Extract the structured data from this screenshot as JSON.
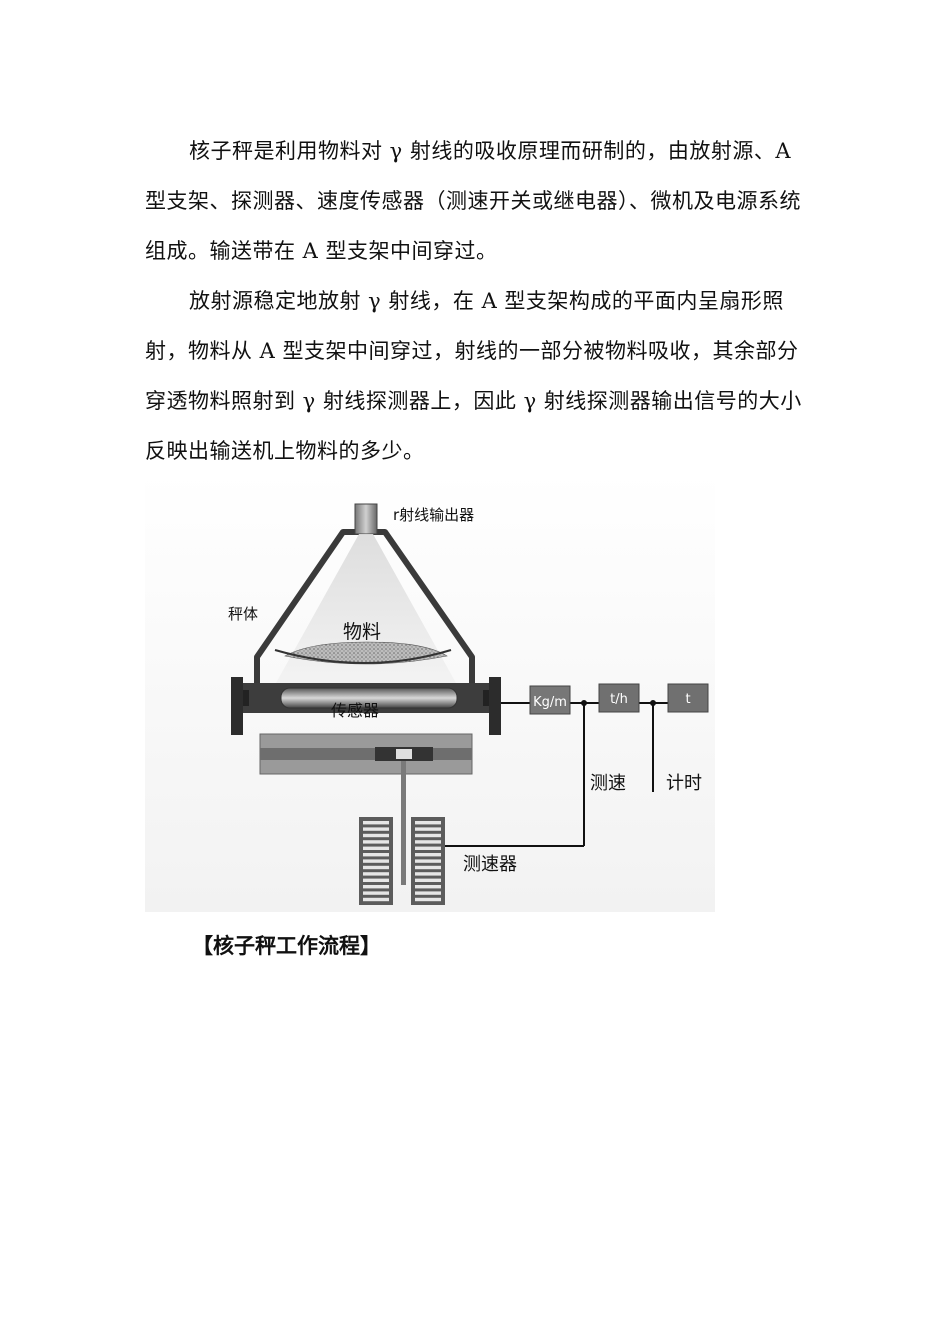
{
  "paragraphs": [
    "核子秤是利用物料对 γ 射线的吸收原理而研制的，由放射源、A 型支架、探测器、速度传感器（测速开关或继电器）、微机及电源系统组成。输送带在 A 型支架中间穿过。",
    "放射源稳定地放射 γ 射线，在 A 型支架构成的平面内呈扇形照射，物料从 A 型支架中间穿过，射线的一部分被物料吸收，其余部分穿透物料照射到 γ 射线探测器上，因此 γ 射线探测器输出信号的大小反映出输送机上物料的多少。"
  ],
  "diagram": {
    "labels": {
      "source": "r射线输出器",
      "frame": "秤体",
      "material": "物料",
      "sensor": "传感器",
      "speed_measure": "测速",
      "timing": "计时",
      "speed_sensor": "测速器"
    },
    "boxes": {
      "kgm": "Kg/m",
      "th": "t/h",
      "t": "t"
    }
  },
  "section_title": "【核子秤工作流程】"
}
